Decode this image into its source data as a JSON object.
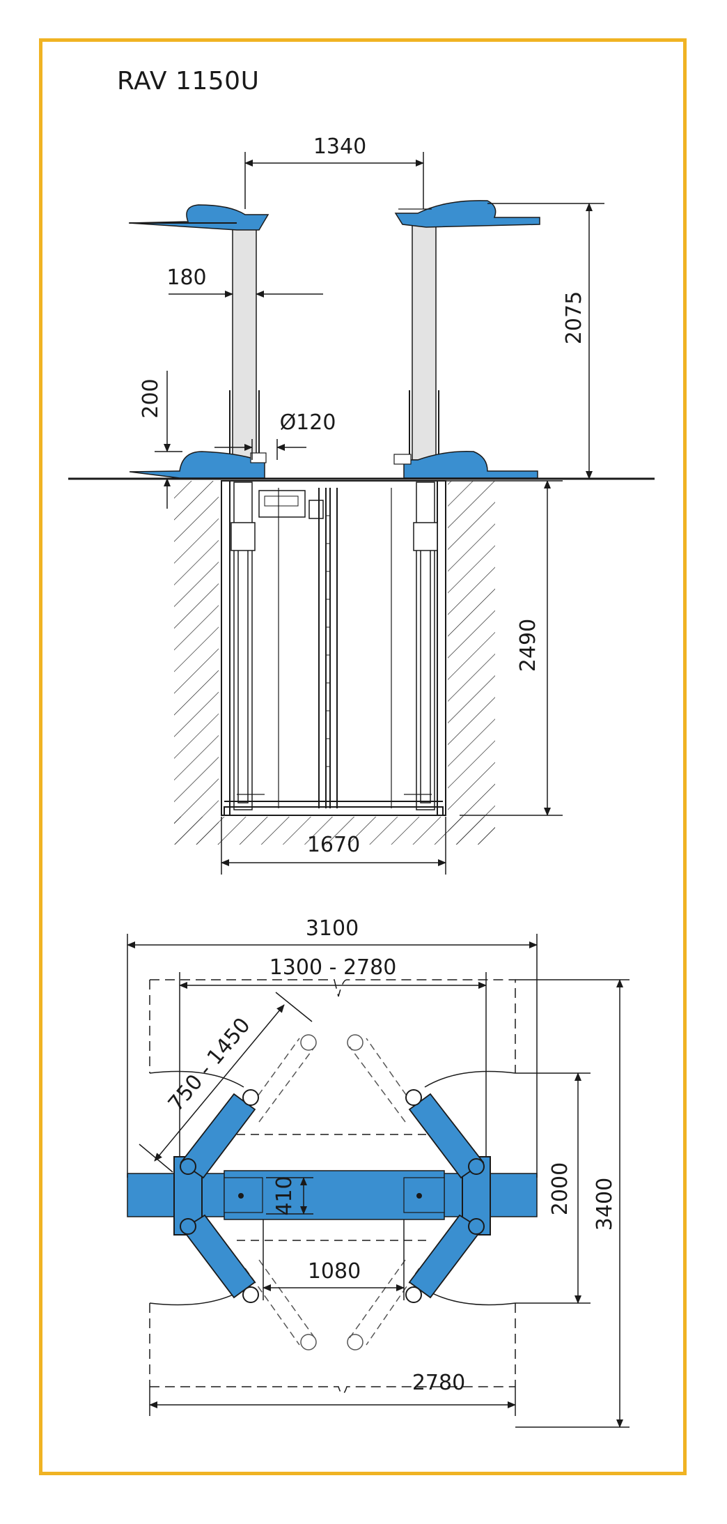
{
  "model": "RAV 1150U",
  "colors": {
    "frame": "#f0b323",
    "lift_blue": "#3a8fd0",
    "line": "#1a1a1a",
    "column": "#e3e3e3"
  },
  "side_view": {
    "dims": {
      "column_spacing": "1340",
      "column_width": "180",
      "max_height": "2075",
      "arm_height": "200",
      "piston_diameter": "Ø120",
      "pit_depth": "2490",
      "pit_width": "1670"
    }
  },
  "top_view": {
    "dims": {
      "overall_width": "3100",
      "arm_span": "1300 - 2780",
      "arm_length": "750 - 1450",
      "beam_height": "410",
      "column_distance": "1080",
      "inner_length": "2000",
      "overall_length": "3400",
      "bottom_width": "2780"
    }
  }
}
